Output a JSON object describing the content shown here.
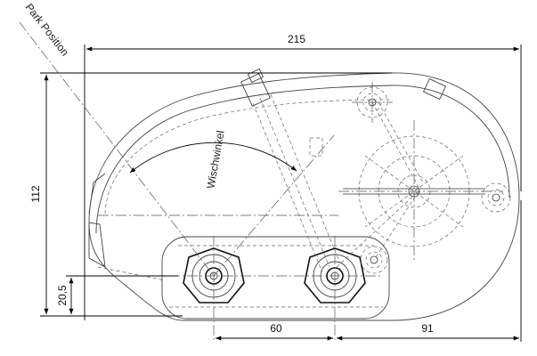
{
  "drawing": {
    "annotations": {
      "park_position": "Park Position",
      "wiper_angle": "Wischwinkel"
    },
    "dimensions": {
      "overall_length": "215",
      "height": "112",
      "shaft_height": "20,5",
      "shaft_spacing": "60",
      "shaft_to_end": "91"
    },
    "colors": {
      "line": "#333333",
      "background": "#ffffff"
    }
  }
}
